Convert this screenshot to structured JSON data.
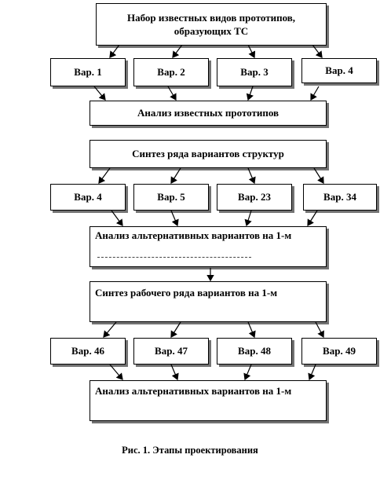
{
  "diagram": {
    "top_box": {
      "line1": "Набор известных видов прототипов,",
      "line2": "образующих  ТС"
    },
    "row1": [
      "Вар. 1",
      "Вар. 2",
      "Вар. 3",
      "Вар. 4"
    ],
    "analysis1": "Анализ известных прототипов",
    "synthesis1": "Синтез ряда вариантов  структур",
    "row2": [
      "Вар. 4",
      "Вар. 5",
      "Вар. 23",
      "Вар. 34"
    ],
    "analysis2": "Анализ альтернативных вариантов на 1-м",
    "synthesis2": "Синтез рабочего ряда вариантов      на 1-м",
    "row3": [
      "Вар. 46",
      "Вар. 47",
      "Вар. 48",
      "Вар. 49"
    ],
    "analysis3": "Анализ альтернативных вариантов на 1-м",
    "caption": "Рис. 1. Этапы проектирования"
  }
}
